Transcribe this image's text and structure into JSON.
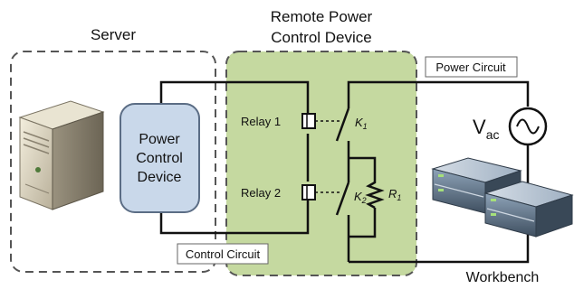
{
  "labels": {
    "server": "Server",
    "remote_line1": "Remote Power",
    "remote_line2": "Control Device",
    "pcd_line1": "Power",
    "pcd_line2": "Control",
    "pcd_line3": "Device",
    "power_circuit": "Power Circuit",
    "control_circuit": "Control Circuit",
    "workbench": "Workbench",
    "relay1": "Relay 1",
    "relay2": "Relay 2",
    "k1": "K",
    "k1_sub": "1",
    "k2": "K",
    "k2_sub": "2",
    "r1": "R",
    "r1_sub": "1",
    "vac": "V",
    "vac_sub": "ac"
  },
  "colors": {
    "remote_fill": "#c5d9a0",
    "pcd_fill": "#c9d8ea",
    "pcd_stroke": "#5b6d85",
    "wire": "#111111",
    "dashed": "#555555"
  },
  "icons": {
    "server": "server-tower-icon",
    "workbench": "rack-servers-icon",
    "ac_source": "ac-source-icon",
    "resistor": "resistor-icon"
  }
}
